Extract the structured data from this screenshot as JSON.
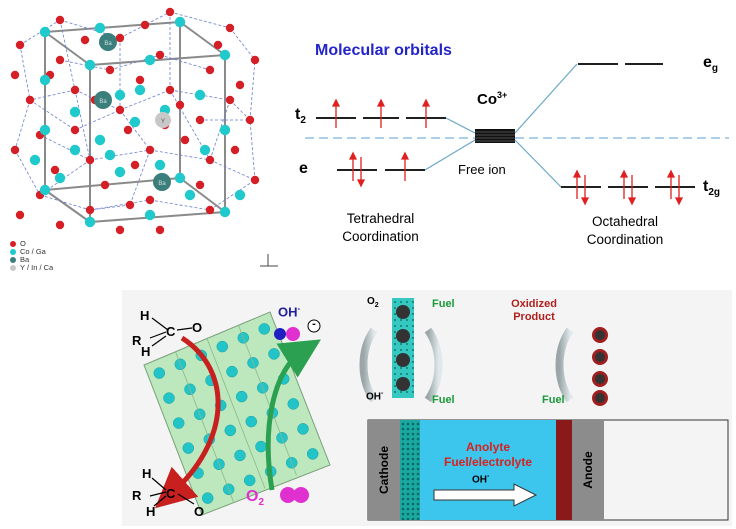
{
  "crystal": {
    "atom_labels": {
      "ba": "Ba",
      "y": "Y"
    },
    "legend": [
      {
        "label": "O",
        "color": "#d51f26"
      },
      {
        "label": "Co / Ga",
        "color": "#1fc9cc"
      },
      {
        "label": "Ba",
        "color": "#3b7f7c"
      },
      {
        "label": "Y / In / Ca",
        "color": "#c8c8c8"
      }
    ],
    "colors": {
      "oxygen": "#d51f26",
      "cobalt": "#1fc9cc",
      "barium": "#3b7f7c",
      "yttrium": "#c8c8c8",
      "bond": "#6a7fd0",
      "cell_edge": "#8a8a8a"
    }
  },
  "mo": {
    "title": "Molecular orbitals",
    "ion": "Co",
    "ion_charge": "3+",
    "free_ion": "Free ion",
    "t2": "t",
    "t2_sub": "2",
    "e": "e",
    "eg": "e",
    "eg_sub": "g",
    "t2g": "t",
    "t2g_sub": "2g",
    "tetra_line1": "Tetrahedral",
    "tetra_line2": "Coordination",
    "octa_line1": "Octahedral",
    "octa_line2": "Coordination",
    "colors": {
      "title": "#2424c8",
      "arrow": "#e02020",
      "connector": "#6aa8c8",
      "dash": "#7ab4dc"
    }
  },
  "cell": {
    "oh": "OH",
    "oh_sup": "-",
    "o2": "O",
    "o2_sub": "2",
    "fuel": "Fuel",
    "oxidized_line1": "Oxidized",
    "oxidized_line2": "Product",
    "cathode": "Cathode",
    "anode": "Anode",
    "anolyte_line1": "Anolyte",
    "anolyte_line2": "Fuel/electrolyte",
    "mol_h": "H",
    "mol_r": "R",
    "mol_c": "C",
    "mol_o": "O",
    "charge_minus": "-",
    "colors": {
      "sheet": "#bde8bd",
      "sheet_atom": "#22c4c8",
      "anolyte": "#3cc6ee",
      "fuel": "#1a9a3a",
      "anolyte_text": "#d8201e",
      "oxidized": "#b0201e",
      "electrode": "#8c8c8c",
      "oxygen_ball": "#e030d0",
      "hydroxide_ball": "#2020c0",
      "curved_red": "#c8201e",
      "curved_green": "#2aa050"
    }
  }
}
